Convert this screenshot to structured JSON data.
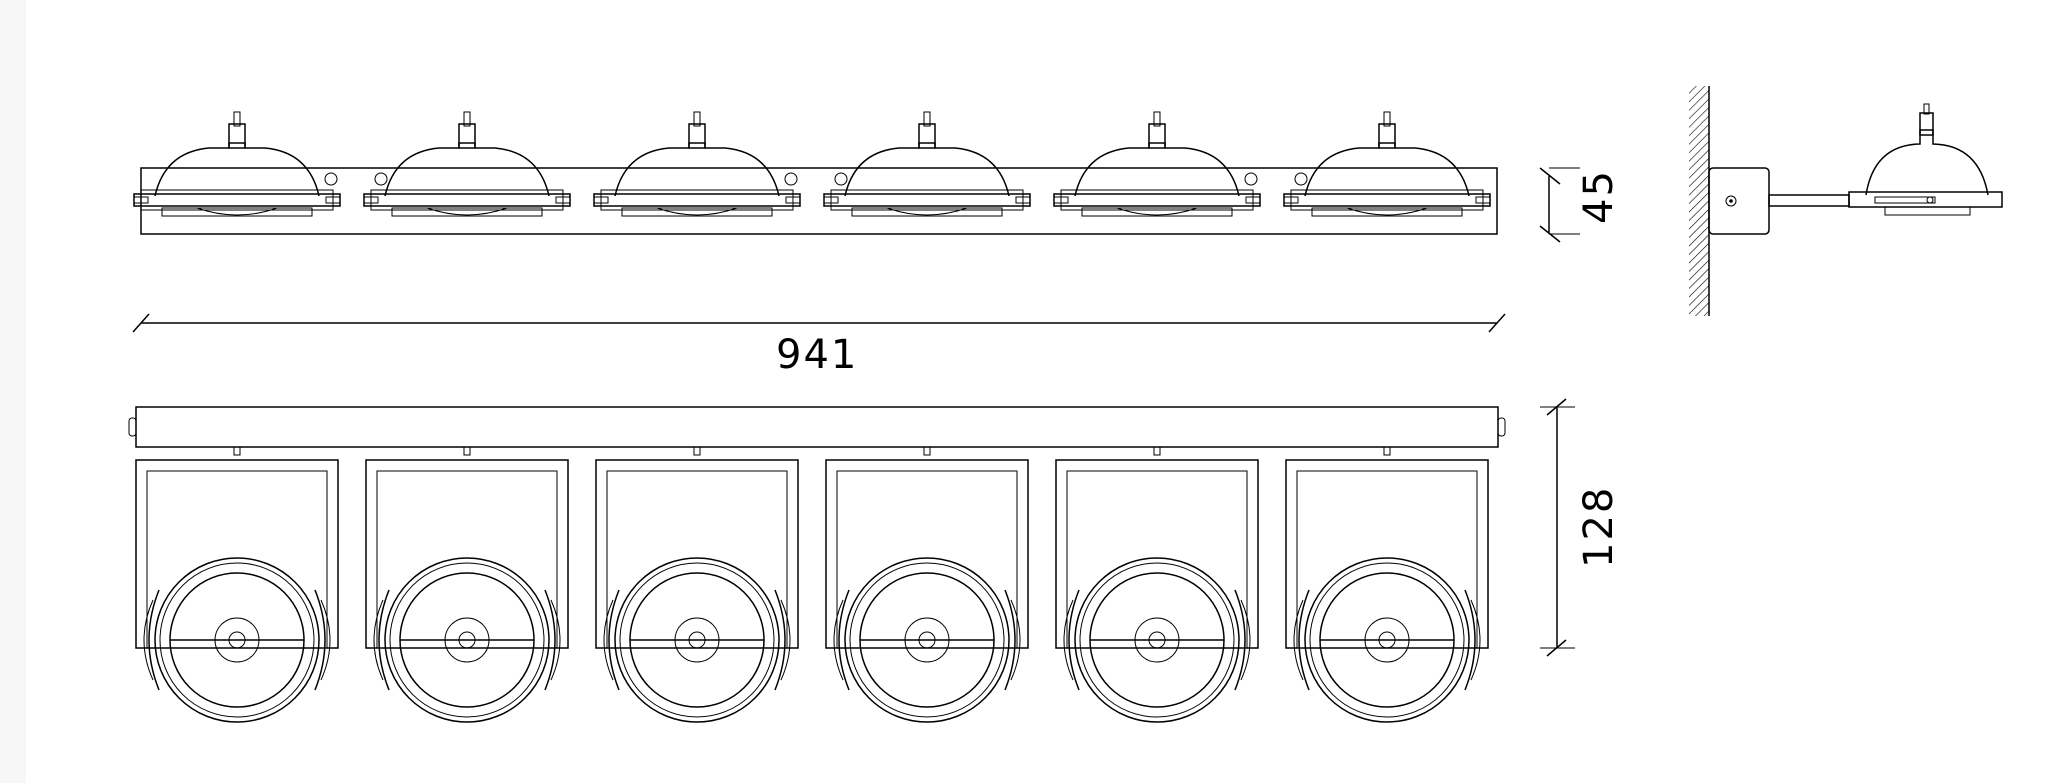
{
  "dimensions": {
    "length": "941",
    "height": "45",
    "depth": "128"
  },
  "fixture": {
    "spot_count": 6
  },
  "colors": {
    "stroke": "#000000",
    "background": "#ffffff",
    "left_margin": "#f7f7f7"
  }
}
